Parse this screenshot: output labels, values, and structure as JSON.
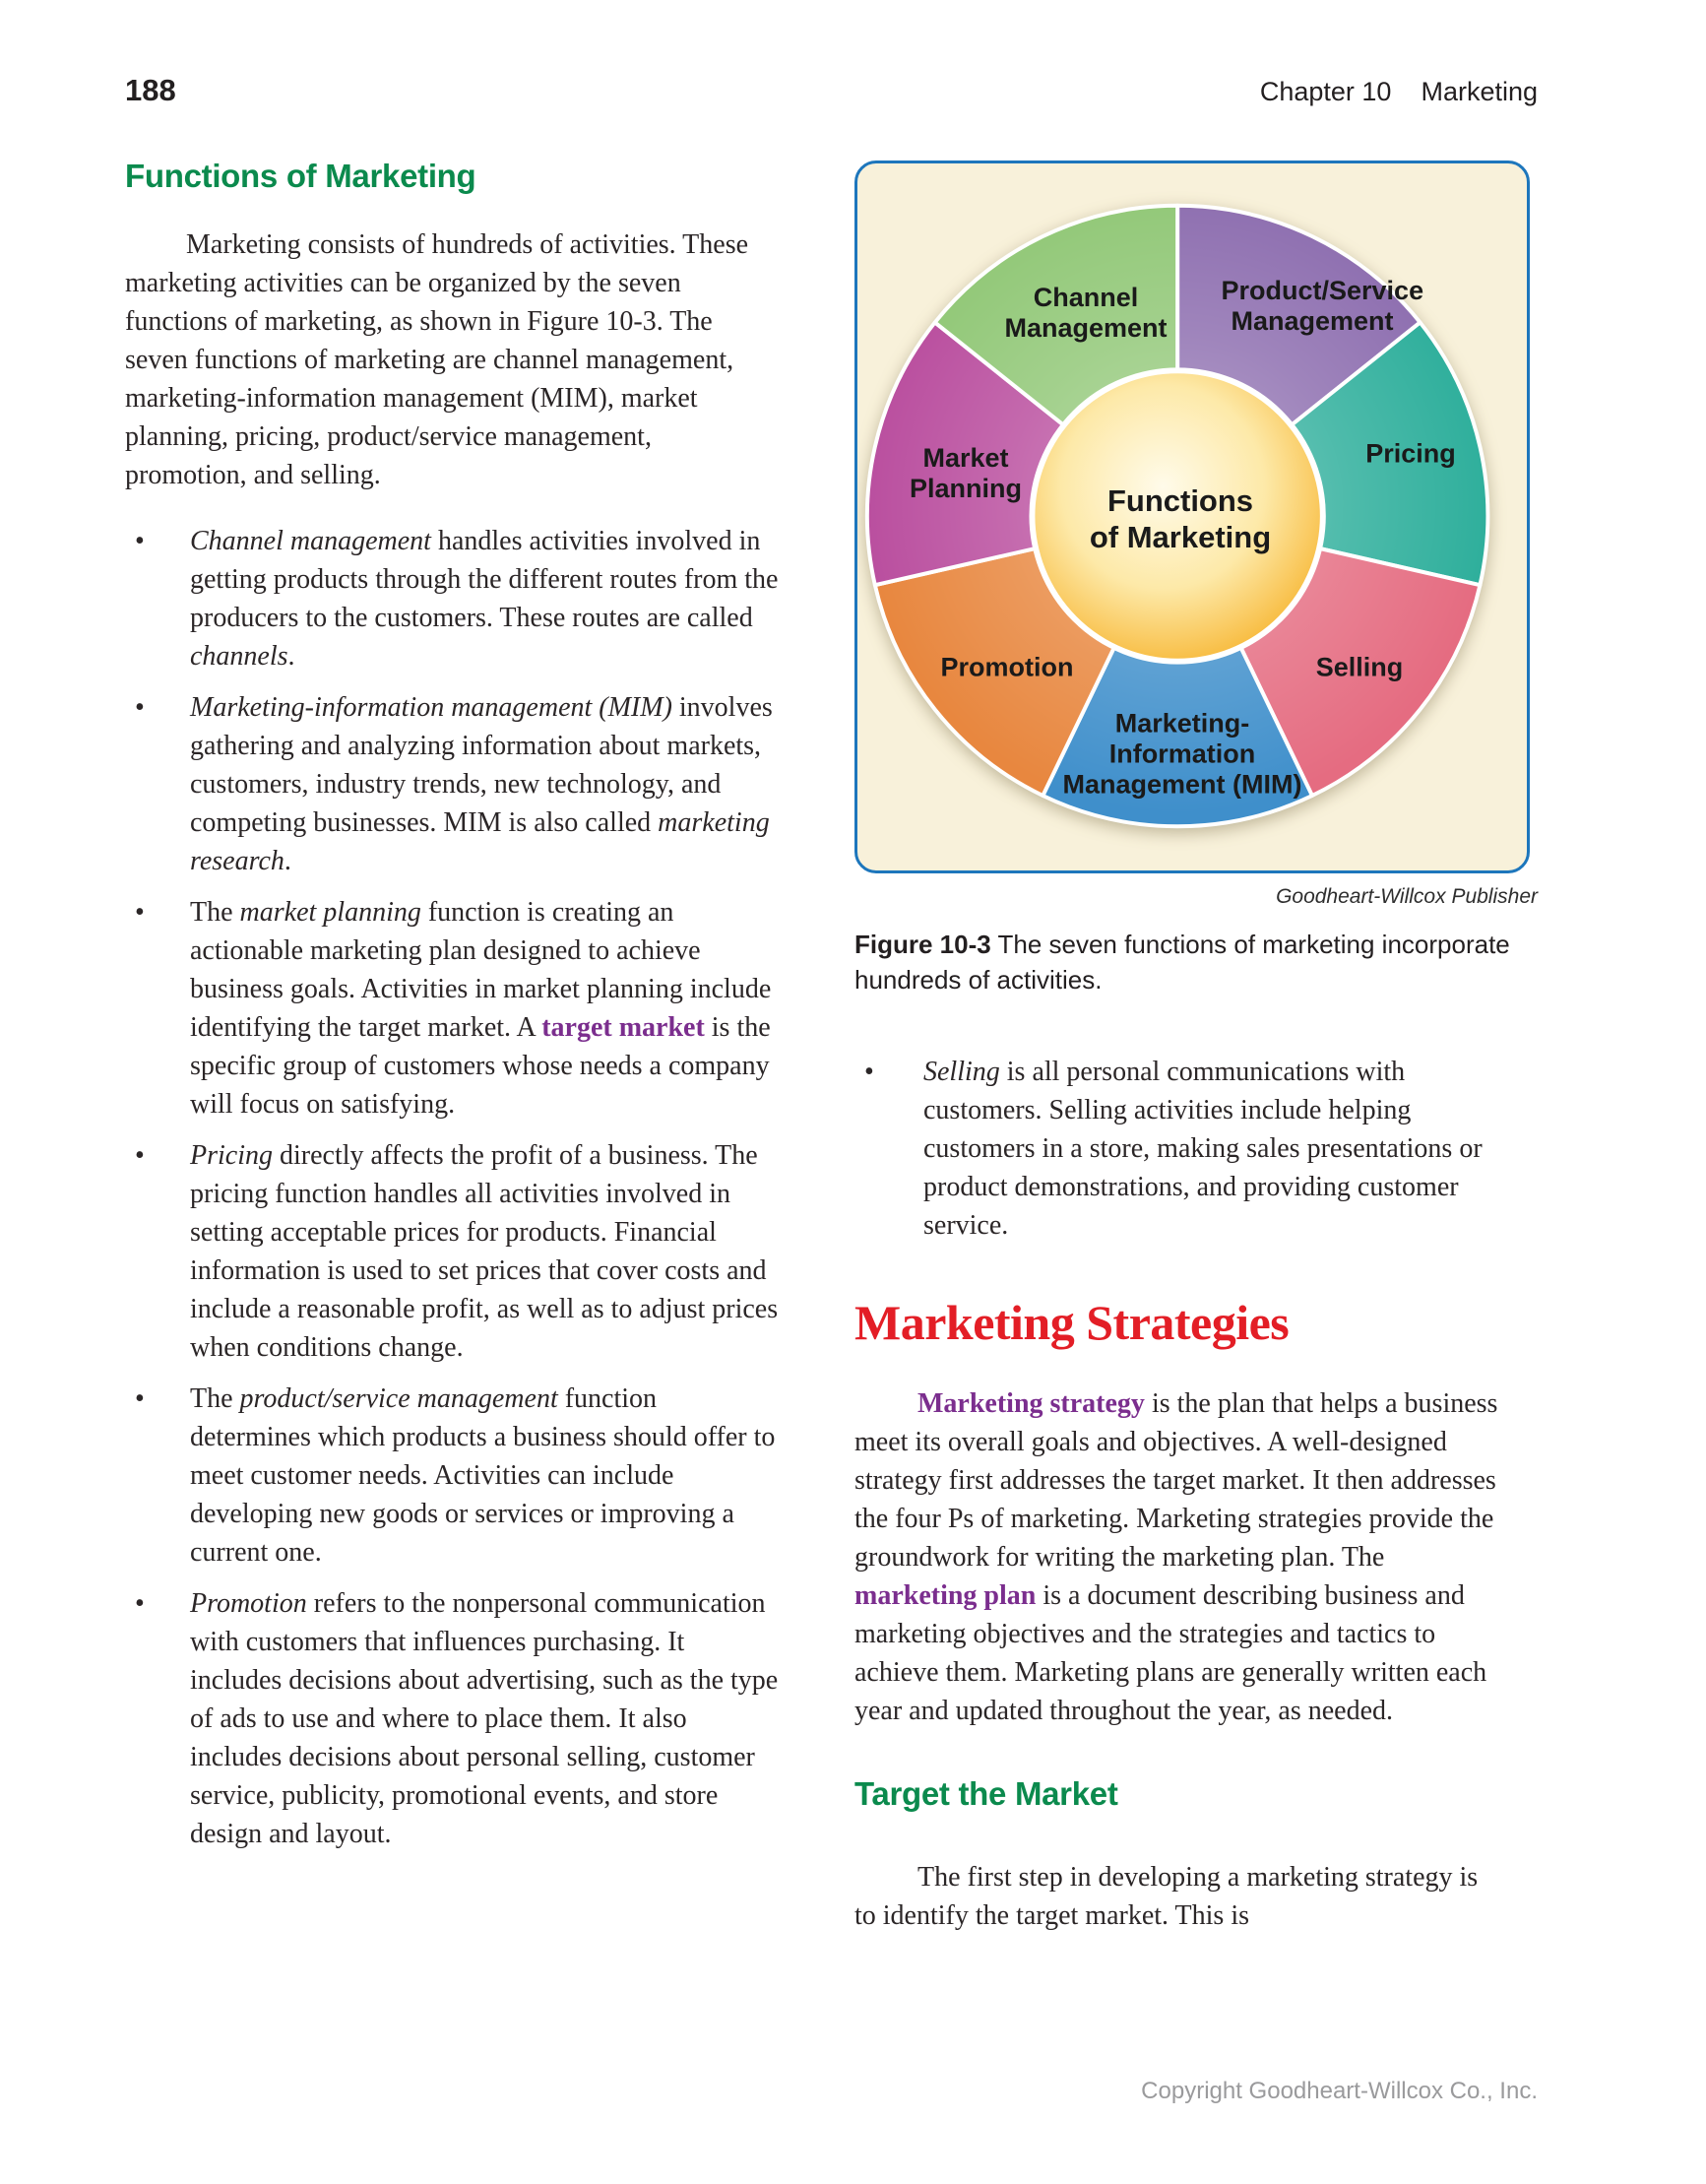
{
  "page": {
    "number": "188",
    "chapter": "Chapter 10",
    "subject": "Marketing",
    "footer": "Copyright Goodheart-Willcox Co., Inc."
  },
  "left_column": {
    "heading": "Functions of Marketing",
    "intro": "Marketing consists of hundreds of activities. These marketing activities can be organized by the seven functions of marketing, as shown in Figure 10-3. The seven functions of marketing are channel management, marketing-information management (MIM), market planning, pricing, product/service management, promotion, and selling.",
    "bullet_char": "•",
    "bullets": [
      [
        {
          "text": "Channel management",
          "style": "italic"
        },
        {
          "text": " handles activities involved in getting products through the different routes from the producers to the customers. These routes are called ",
          "style": "normal"
        },
        {
          "text": "channels",
          "style": "italic"
        },
        {
          "text": ".",
          "style": "normal"
        }
      ],
      [
        {
          "text": "Marketing-information management (MIM)",
          "style": "italic"
        },
        {
          "text": " involves gathering and analyzing information about markets, customers, industry trends, new technology, and competing businesses. MIM is also called ",
          "style": "normal"
        },
        {
          "text": "marketing research",
          "style": "italic"
        },
        {
          "text": ".",
          "style": "normal"
        }
      ],
      [
        {
          "text": "The ",
          "style": "normal"
        },
        {
          "text": "market planning",
          "style": "italic"
        },
        {
          "text": " function is creating an actionable marketing plan designed to achieve business goals. Activities in market planning include identifying the target market. A ",
          "style": "normal"
        },
        {
          "text": "target market",
          "style": "term"
        },
        {
          "text": " is the specific group of customers whose needs a company will focus on satisfying.",
          "style": "normal"
        }
      ],
      [
        {
          "text": "Pricing",
          "style": "italic"
        },
        {
          "text": " directly affects the profit of a business. The pricing function handles all activities involved in setting acceptable prices for products. Financial information is used to set prices that cover costs and include a reasonable profit, as well as to adjust prices when conditions change.",
          "style": "normal"
        }
      ],
      [
        {
          "text": "The ",
          "style": "normal"
        },
        {
          "text": "product/service management",
          "style": "italic"
        },
        {
          "text": " function determines which products a business should offer to meet customer needs. Activities can include developing new goods or services or improving a current one.",
          "style": "normal"
        }
      ],
      [
        {
          "text": "Promotion",
          "style": "italic"
        },
        {
          "text": " refers to the nonpersonal communication with customers that influences purchasing. It includes decisions about advertising, such as the type of ads to use and where to place them. It also includes decisions about personal selling, customer service, publicity, promotional events, and store design and layout.",
          "style": "normal"
        }
      ]
    ]
  },
  "figure": {
    "publisher_credit": "Goodheart-Willcox Publisher",
    "caption_label": "Figure 10-3",
    "caption_text": " The seven functions of marketing incorporate hundreds of activities.",
    "panel_bg": "#F8F1DA",
    "border_color": "#1D76BC",
    "center": {
      "line1": "Functions",
      "line2": "of Marketing",
      "gold_inner": "#FFFBEA",
      "gold_mid": "#FDE9A8",
      "gold_outer": "#F6AD1E"
    },
    "segments": [
      {
        "id": "product-service",
        "label": "Product/Service Management",
        "color": "#8E6FB0"
      },
      {
        "id": "pricing",
        "label": "Pricing",
        "color": "#2FAF9C"
      },
      {
        "id": "selling",
        "label": "Selling",
        "color": "#E56C81"
      },
      {
        "id": "mim",
        "label": "Marketing-Information Management (MIM)",
        "color": "#3F8FCB"
      },
      {
        "id": "promotion",
        "label": "Promotion",
        "color": "#E8873F"
      },
      {
        "id": "market-planning",
        "label": "Market Planning",
        "color": "#BA4F9F"
      },
      {
        "id": "channel-management",
        "label": "Channel Management",
        "color": "#92C878"
      }
    ]
  },
  "right_column": {
    "selling_bullet": [
      {
        "text": "Selling",
        "style": "italic"
      },
      {
        "text": " is all personal communications with customers. Selling activities include helping customers in a store, making sales presentations or product demonstrations, and providing customer service.",
        "style": "normal"
      }
    ],
    "strategies_heading": "Marketing Strategies",
    "strategies_para": [
      {
        "text": "Marketing strategy",
        "style": "term"
      },
      {
        "text": " is the plan that helps a business meet its overall goals and objectives. A well-designed strategy first addresses the target market. It then addresses the four Ps of marketing. Marketing strategies provide the groundwork for writing the marketing plan. The ",
        "style": "normal"
      },
      {
        "text": "marketing plan",
        "style": "term"
      },
      {
        "text": " is a document describing business and marketing objectives and the strategies and tactics to achieve them. Marketing plans are generally written each year and updated throughout the year, as needed.",
        "style": "normal"
      }
    ],
    "target_heading": "Target the Market",
    "target_para": "The first step in developing a marketing strategy is to identify the target market. This is"
  }
}
